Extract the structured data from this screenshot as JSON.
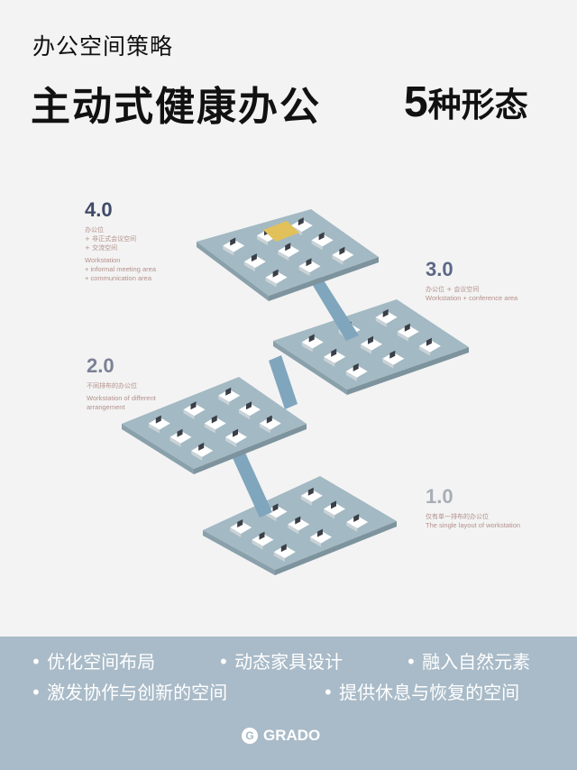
{
  "header": {
    "subtitle": "办公空间策略",
    "title": "主动式健康办公",
    "forms_num": "5",
    "forms_label": "种形态"
  },
  "levels": [
    {
      "number": "4.0",
      "color": "#3f4a68",
      "zh": [
        "办公位",
        "+ 非正式会议空间",
        "+ 交流空间"
      ],
      "en": [
        "Workstation",
        "+ informal meeting area",
        "+ communication area"
      ]
    },
    {
      "number": "3.0",
      "color": "#5c6786",
      "zh": [
        "办公位 + 会议空间"
      ],
      "en": [
        "Workstation + conference area"
      ]
    },
    {
      "number": "2.0",
      "color": "#7b8196",
      "zh": [
        "不同排布的办公位"
      ],
      "en": [
        "Workstation of different",
        "arrangement"
      ]
    },
    {
      "number": "1.0",
      "color": "#a9adb7",
      "zh": [
        "仅有单一排布的办公位"
      ],
      "en": [
        "The single layout of workstation"
      ]
    }
  ],
  "bullets": [
    "• 优化空间布局",
    "• 动态家具设计",
    "• 融入自然元素",
    "• 激发协作与创新的空间",
    "• 提供休息与恢复的空间"
  ],
  "brand": {
    "name": "GRADO",
    "icon": "grado-logo-icon"
  },
  "colors": {
    "background": "#f3f3f3",
    "band": "#a9bbc8",
    "platform": "#a3b9c3",
    "stairs": "#7fa6bd",
    "text_accent": "#b3918c"
  }
}
